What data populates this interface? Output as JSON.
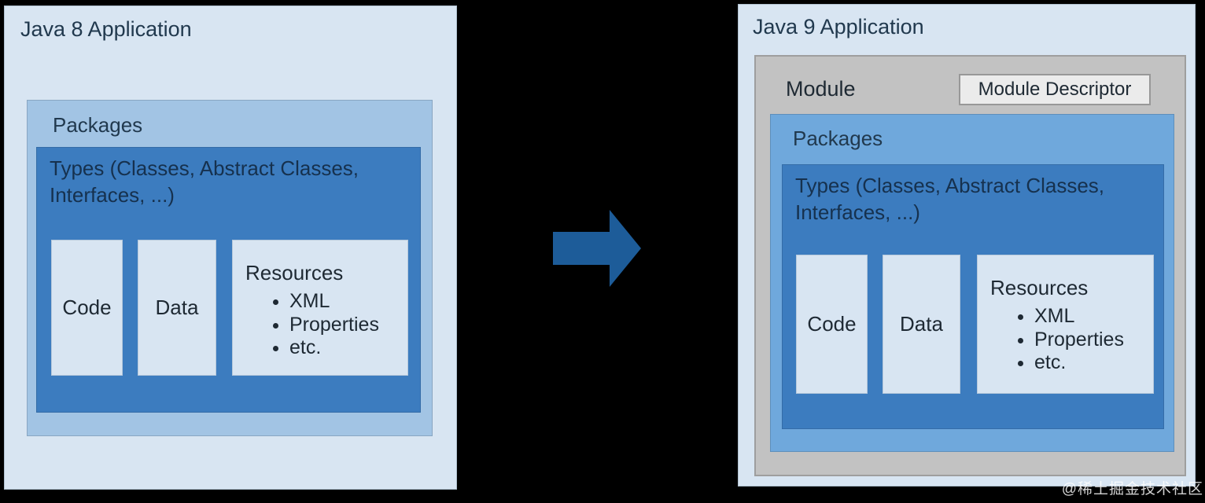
{
  "java8": {
    "title": "Java 8 Application",
    "packages_label": "Packages",
    "types_label": "Types (Classes, Abstract Classes,\nInterfaces, ...)",
    "code_label": "Code",
    "data_label": "Data",
    "resources": {
      "title": "Resources",
      "items": [
        "XML",
        "Properties",
        "etc."
      ]
    }
  },
  "java9": {
    "title": "Java 9 Application",
    "module_label": "Module",
    "module_descriptor_label": "Module Descriptor",
    "packages_label": "Packages",
    "types_label": "Types (Classes, Abstract Classes,\nInterfaces, ...)",
    "code_label": "Code",
    "data_label": "Data",
    "resources": {
      "title": "Resources",
      "items": [
        "XML",
        "Properties",
        "etc."
      ]
    }
  },
  "watermark": "@稀土掘金技术社区",
  "icons": {
    "arrow": "right-arrow-icon"
  },
  "colors": {
    "bg": "#000000",
    "panel_bg": "#d8e5f2",
    "panel_border": "#aebfce",
    "pkg_left_bg": "#a2c4e4",
    "pkg_right_bg": "#6fa8dc",
    "types_bg": "#3c7cbf",
    "inner_bg": "#d8e5f2",
    "inner_border": "#b7c9db",
    "module_bg": "#c2c2c2",
    "module_border": "#9e9e9e",
    "descriptor_bg": "#ebebeb",
    "descriptor_border": "#989898",
    "arrow_color": "#1d5c99",
    "label_navy": "#21394e",
    "text_dark": "#1e2933",
    "watermark_color": "#ffffff"
  }
}
